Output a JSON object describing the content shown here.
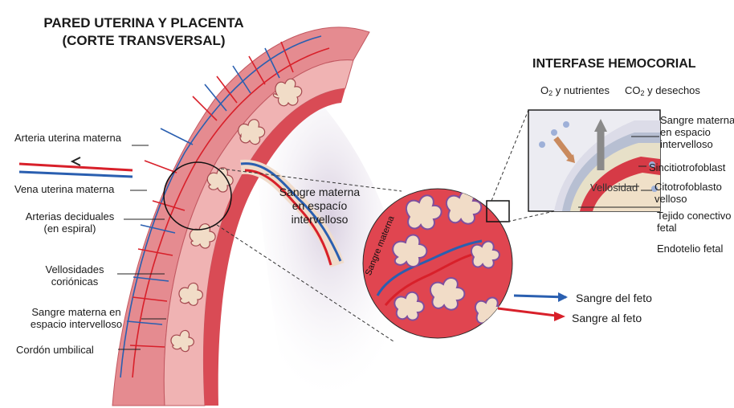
{
  "title": {
    "line1": "PARED UTERINA Y PLACENTA",
    "line2": "(CORTE TRANSVERSAL)"
  },
  "interface_title": "INTERFASE HEMOCORIAL",
  "left_labels": {
    "uterine_artery": "Arteria uterina materna",
    "uterine_vein": "Vena uterina materna",
    "decidual_arteries_1": "Arterias deciduales",
    "decidual_arteries_2": "(en espiral)",
    "chorionic_villi_1": "Vellosidades",
    "chorionic_villi_2": "coriónicas",
    "maternal_blood_1": "Sangre materna en",
    "maternal_blood_2": "espacio intervelloso",
    "umbilical_cord": "Cordón umbilical"
  },
  "center_labels": {
    "space_1": "Sangre materna",
    "space_2": "en espacío",
    "space_3": "intervelloso"
  },
  "circle_labels": {
    "maternal_blood": "Sangre materna",
    "from_fetus": "Sangre del feto",
    "to_fetus": "Sangre al feto"
  },
  "interface_labels": {
    "o2_text": "y nutrientes",
    "o2_prefix": "O",
    "co2_prefix": "CO",
    "co2_text": "y desechos",
    "subscript": "2",
    "maternal_1": "Sangre materna",
    "maternal_2": "en espacio",
    "maternal_3": "intervelloso",
    "syncytio": "Sincitiotrofoblast",
    "villus": "Vellosidad",
    "cyto_1": "Citotrofoblasto",
    "cyto_2": "velloso",
    "conn_1": "Tejido conectivo",
    "conn_2": "fetal",
    "endothelium": "Endotelio fetal"
  },
  "colors": {
    "artery": "#d8202a",
    "vein": "#2a5fb0",
    "tissue": "#e9898c",
    "villus": "#f3e4d0",
    "circle_fill": "#e04550",
    "purple": "#7f4f9e"
  }
}
